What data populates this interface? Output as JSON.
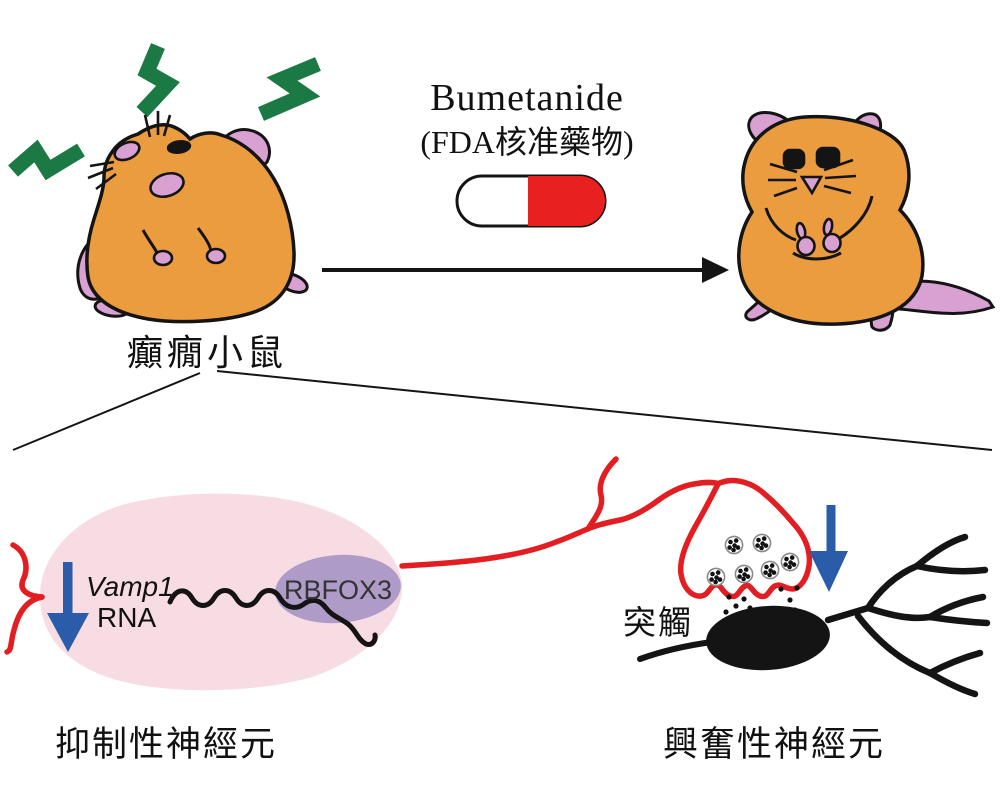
{
  "diagram": {
    "top": {
      "drug_name": "Bumetanide",
      "drug_subtitle": "(FDA核准藥物)",
      "epileptic_mouse_label": "癲癇小鼠"
    },
    "bottom": {
      "vamp1_gene": "Vamp1",
      "rna_label": "RNA",
      "rbfox3_label": "RBFOX3",
      "synapse_label": "突觸",
      "inhibitory_neuron_label": "抑制性神經元",
      "excitatory_neuron_label": "興奮性神經元"
    }
  },
  "icons": {
    "seizure_lightning": "lightning-bolt-icon",
    "capsule": "capsule-pill-icon",
    "treatment_arrow": "right-arrow-icon",
    "vamp1_decrease": "down-arrow-icon",
    "synapse_decrease": "down-arrow-icon"
  },
  "colors": {
    "mouse_orange": "#EA9C3E",
    "mouse_pink": "#D9A0D2",
    "lightning_green": "#1B7A43",
    "capsule_red": "#E8201F",
    "axon_red": "#E31E22",
    "neuron_pink": "#F8DCE3",
    "rbfox3_purple": "#AF9BC8",
    "arrow_blue": "#2A5CAA",
    "ink_black": "#141414"
  }
}
